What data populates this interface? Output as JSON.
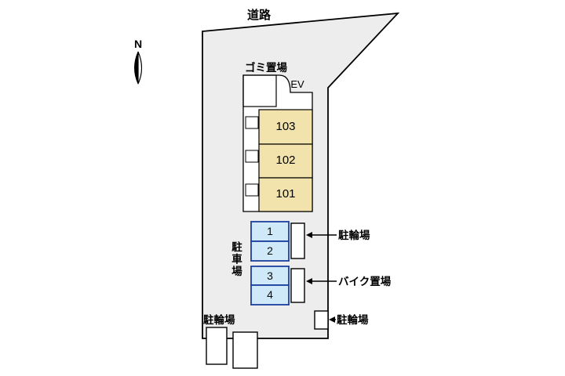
{
  "colors": {
    "background": "#ffffff",
    "plot_fill": "#ededed",
    "outline": "#000000",
    "unit_fill": "#f2e3ad",
    "parking_fill": "#cfe9f8",
    "parking_border": "#1d3f9e"
  },
  "road": {
    "label": "道路"
  },
  "compass": {
    "label": "N"
  },
  "building": {
    "garbage_label": "ゴミ置場",
    "elevator_label": "EV",
    "units": [
      {
        "number": "103"
      },
      {
        "number": "102"
      },
      {
        "number": "101"
      }
    ]
  },
  "parking": {
    "lot_label": "駐車場",
    "spaces": [
      {
        "number": "1"
      },
      {
        "number": "2"
      },
      {
        "number": "3"
      },
      {
        "number": "4"
      }
    ]
  },
  "annotations": {
    "bicycle_right": "駐輪場",
    "bike_storage": "バイク置場",
    "bicycle_bottom_right": "駐輪場",
    "bicycle_bottom_left": "駐輪場"
  }
}
